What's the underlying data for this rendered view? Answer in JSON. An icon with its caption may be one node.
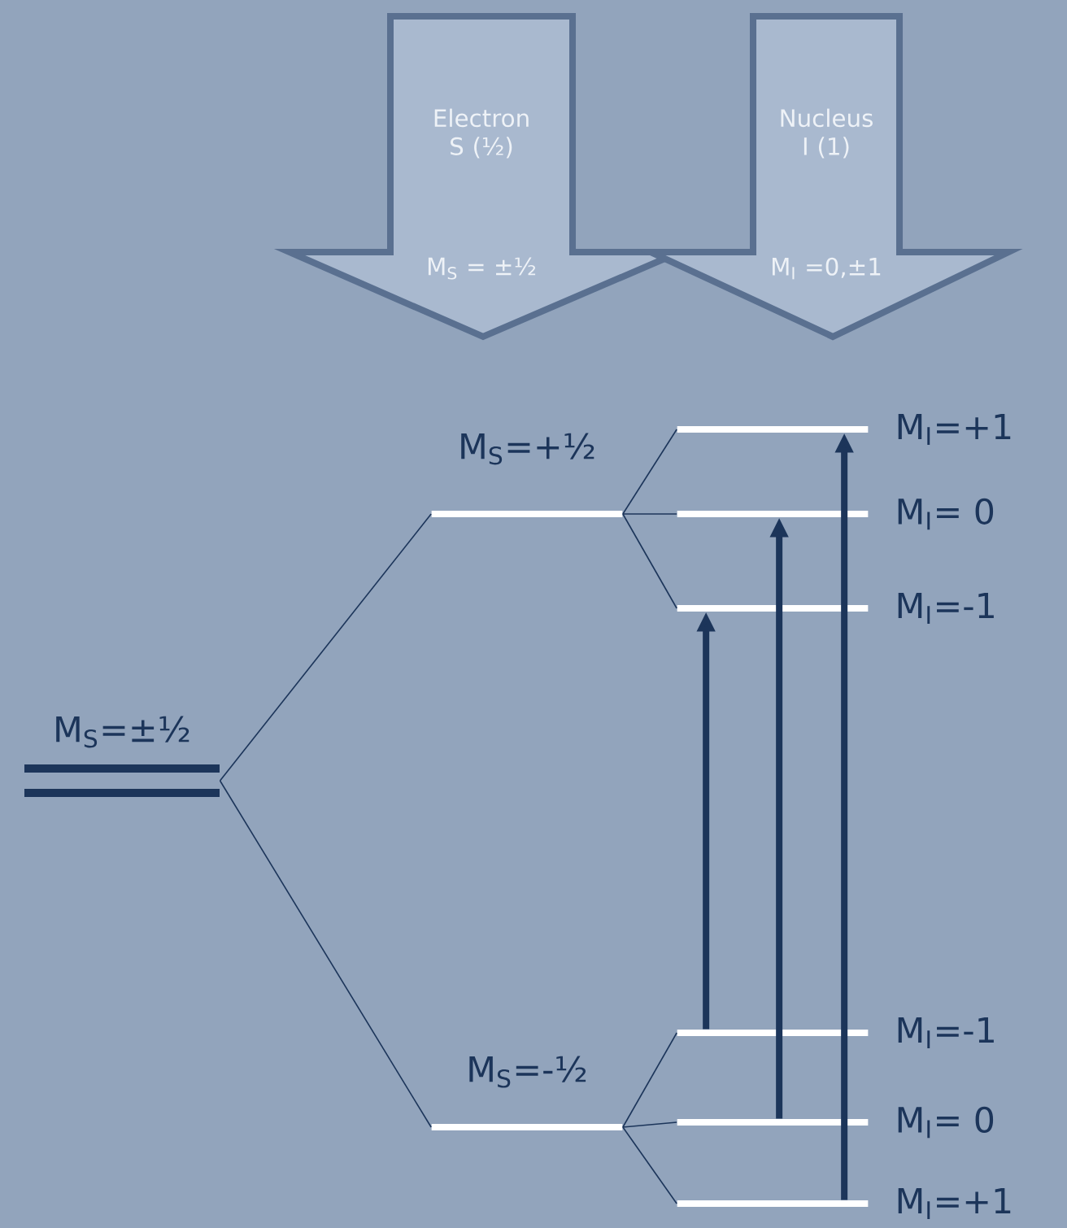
{
  "diagram": {
    "nodes": [
      {
        "text": [
          "Electron S (½)",
          "M$_{S}$ = ±½"
        ]
      },
      {
        "text": [
          "Nucleus I (1)",
          "M$_{I}$ =0,±1"
        ]
      },
      {
        "text": [
          "M$_{S}$=±½"
        ]
      },
      {
        "text": [
          "M$_{S}$=+½"
        ]
      },
      {
        "text": [
          "M$_{S}$=-½"
        ]
      },
      {
        "text": [],
        "shape": "bar",
        "beside": [
          "M$_{I}$=+1"
        ]
      },
      {
        "text": [],
        "shape": "bar",
        "beside": [
          "M$_{I}$= 0"
        ]
      },
      {
        "text": [],
        "shape": "bar",
        "beside": [
          "M$_{I}$=-1"
        ]
      },
      {
        "text": [],
        "shape": "bar",
        "beside": [
          "M$_{I}$=-1"
        ]
      },
      {
        "text": [],
        "shape": "bar",
        "beside": [
          "M$_{I}$= 0"
        ]
      },
      {
        "text": [],
        "shape": "bar",
        "beside": [
          "M$_{I}$=+1"
        ]
      }
    ],
    "edges": [
      {
        "from": 2,
        "to": 3,
        "arrow": "none"
      },
      {
        "from": 2,
        "to": 4,
        "arrow": "none"
      },
      {
        "from": 3,
        "to": 5,
        "arrow": "none"
      },
      {
        "from": 3,
        "to": 6,
        "arrow": "none"
      },
      {
        "from": 3,
        "to": 7,
        "arrow": "none"
      },
      {
        "from": 4,
        "to": 8,
        "arrow": "none"
      },
      {
        "from": 4,
        "to": 9,
        "arrow": "none"
      },
      {
        "from": 4,
        "to": 10,
        "arrow": "none"
      },
      {
        "from": 8,
        "to": 7,
        "arrow": "to",
        "style": "thick"
      },
      {
        "from": 9,
        "to": 6,
        "arrow": "to",
        "style": "thick"
      },
      {
        "from": 10,
        "to": 5,
        "arrow": "to",
        "style": "thick"
      }
    ]
  }
}
